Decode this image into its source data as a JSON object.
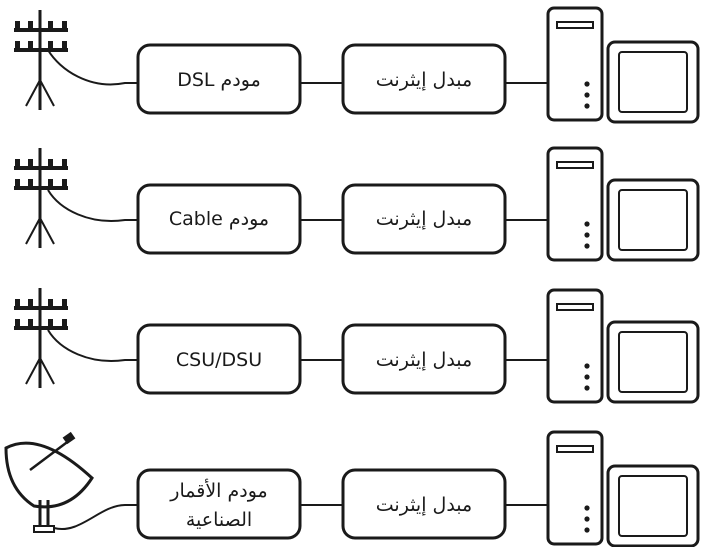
{
  "rows": [
    {
      "device_label": "مودم DSL",
      "device_label_line2": "",
      "switch_label": "مبدل إيثرنت",
      "connection": "utility-pole"
    },
    {
      "device_label": "مودم Cable",
      "device_label_line2": "",
      "switch_label": "مبدل إيثرنت",
      "connection": "utility-pole"
    },
    {
      "device_label": "CSU/DSU",
      "device_label_line2": "",
      "switch_label": "مبدل إيثرنت",
      "connection": "utility-pole"
    },
    {
      "device_label": "مودم الأقمار",
      "device_label_line2": "الصناعية",
      "switch_label": "مبدل إيثرنت",
      "connection": "satellite-dish"
    }
  ]
}
